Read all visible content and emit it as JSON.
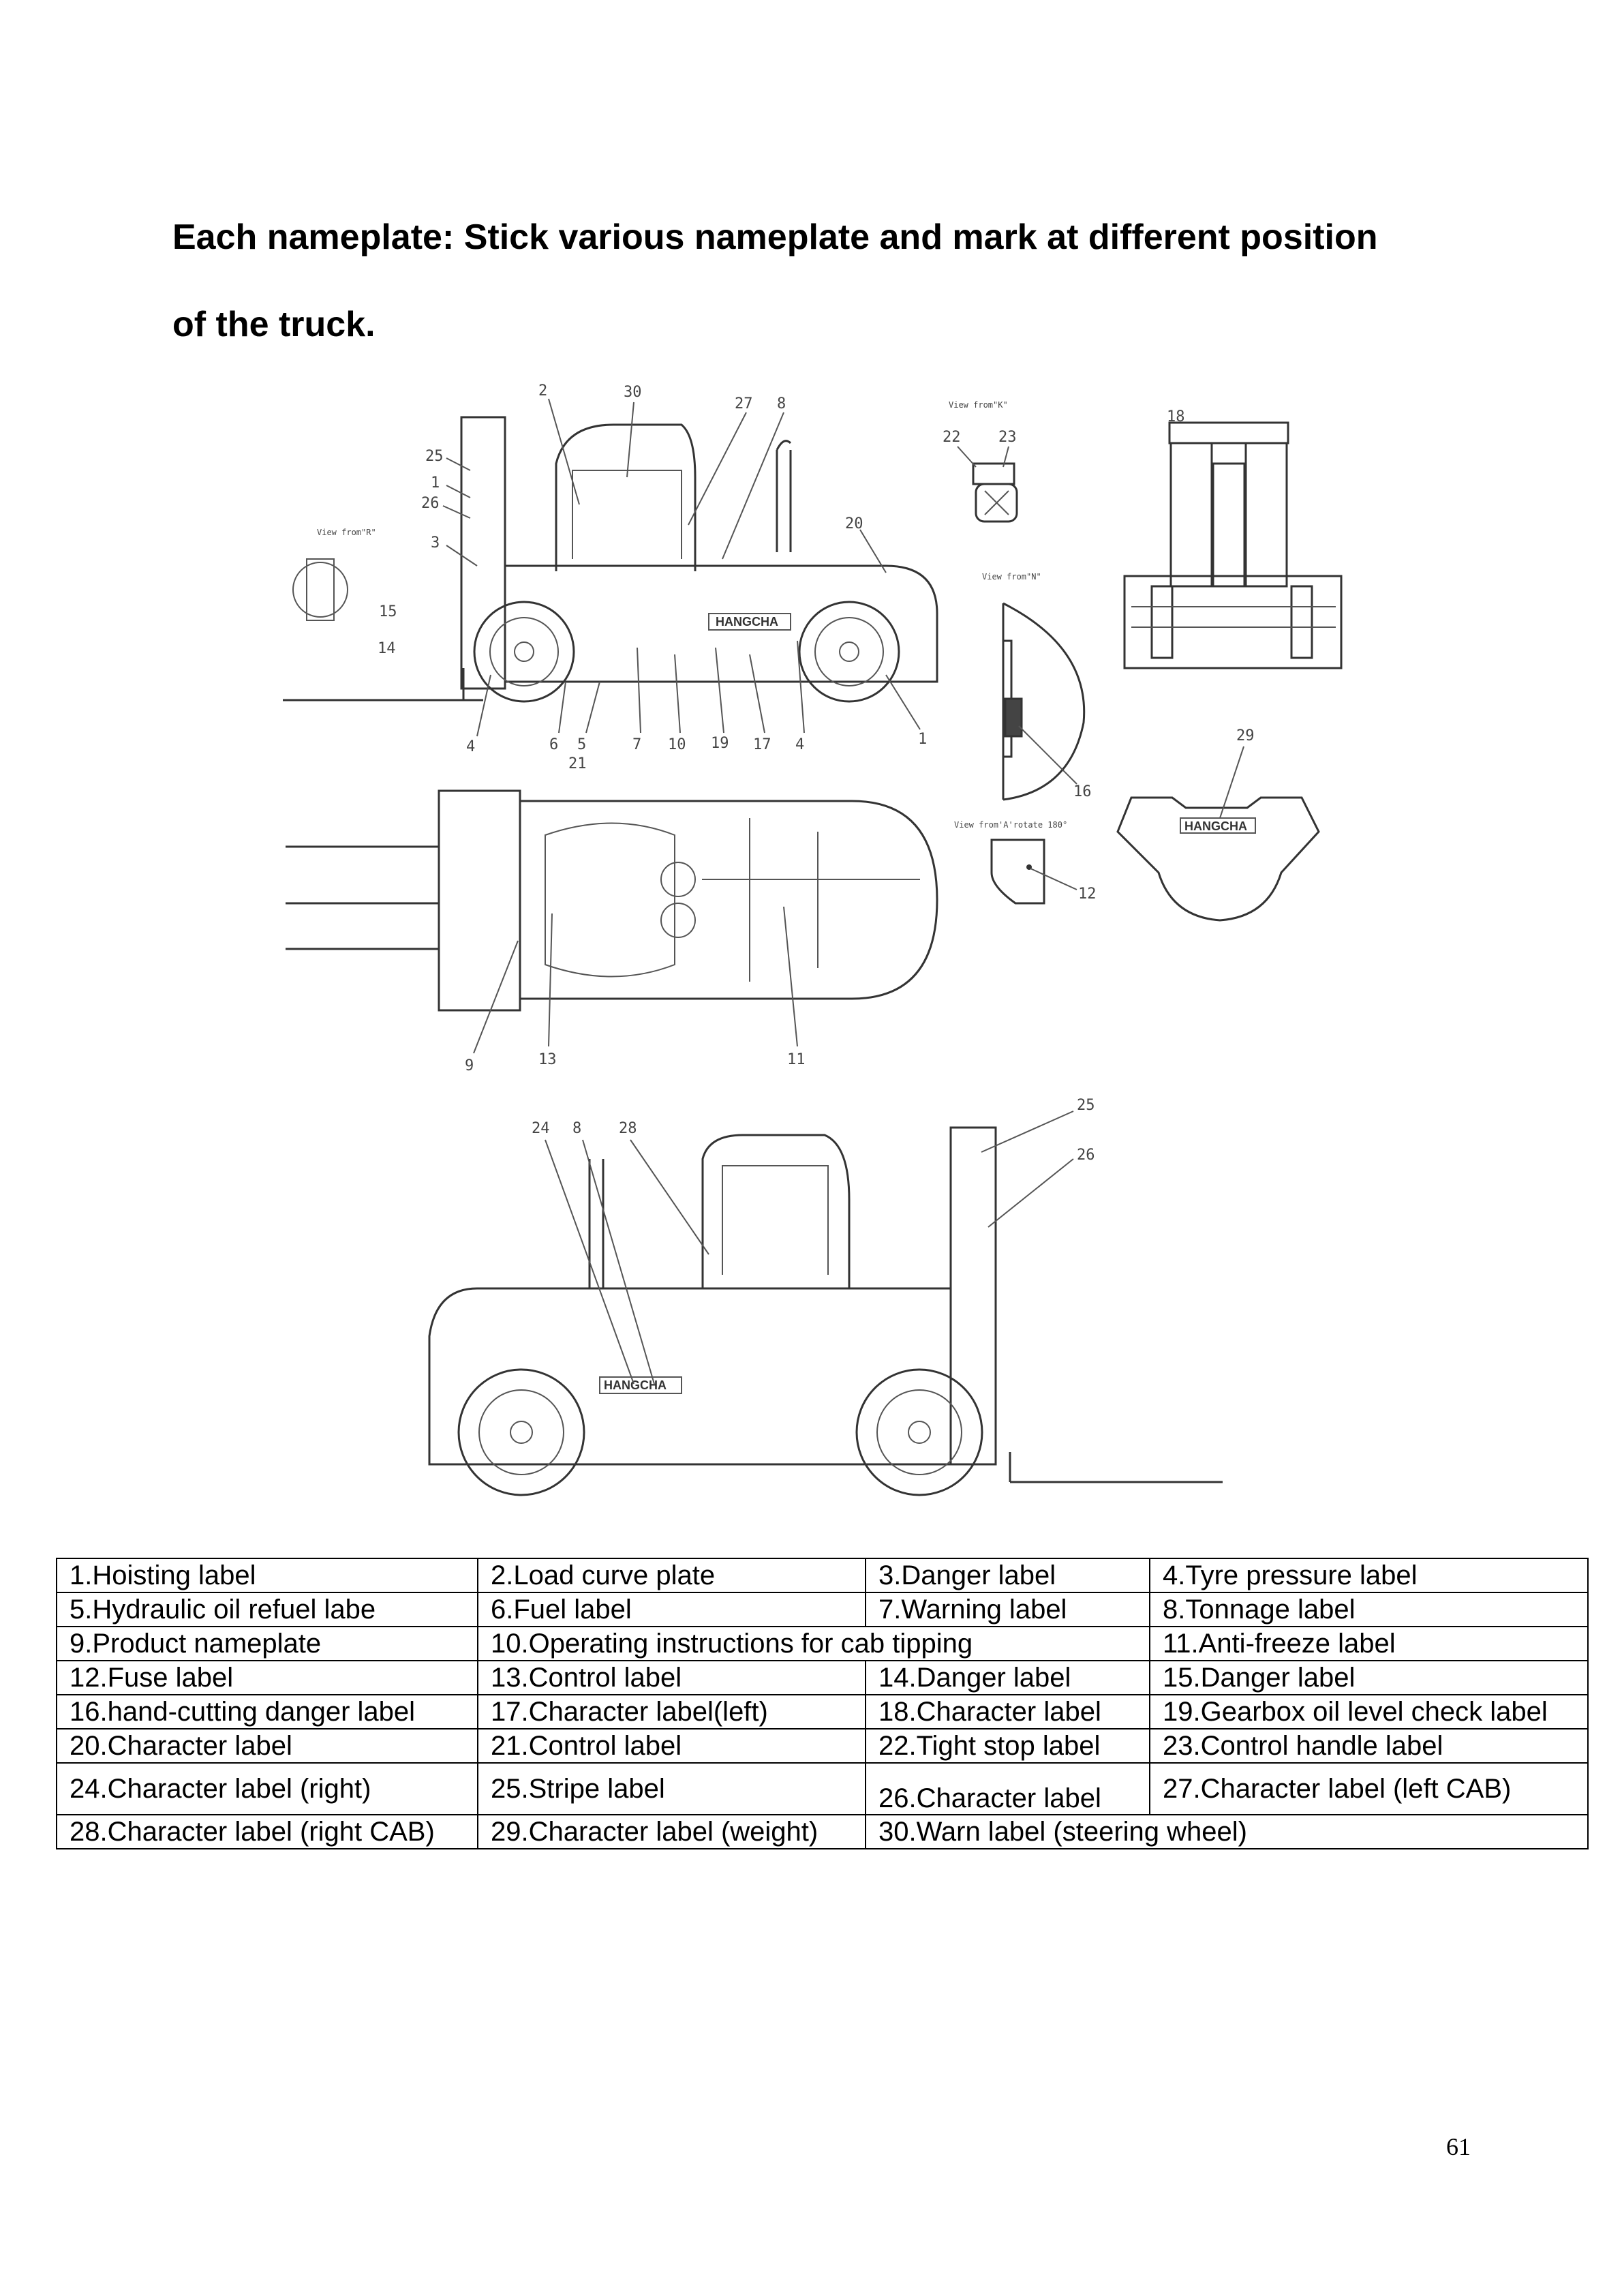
{
  "heading": {
    "line1": "Each nameplate: Stick various nameplate and mark at different position",
    "line2": "of the truck."
  },
  "figure": {
    "side_view_callouts": [
      "2",
      "30",
      "27",
      "8",
      "25",
      "1",
      "26",
      "3",
      "15",
      "14",
      "20",
      "4",
      "6",
      "5",
      "7",
      "10",
      "19",
      "17",
      "4",
      "1",
      "21"
    ],
    "view_r_label": "View from\"R\"",
    "top_view_callouts": [
      "9",
      "13",
      "11"
    ],
    "view_k_label": "View from\"K\"",
    "view_k_callouts": [
      "22",
      "23"
    ],
    "rear_view_callouts": [
      "18"
    ],
    "view_n_label": "View from\"N\"",
    "view_n_callouts": [
      "16"
    ],
    "counterweight_callouts": [
      "29"
    ],
    "view_a_label": "View from'A'rotate 180°",
    "view_a_callouts": [
      "12"
    ],
    "other_side_callouts": [
      "24",
      "8",
      "28",
      "25",
      "26"
    ],
    "brand_logo": "HANGCHA"
  },
  "table": {
    "rows": [
      [
        "1.Hoisting label",
        "2.Load curve plate",
        "3.Danger label",
        "4.Tyre pressure label"
      ],
      [
        "5.Hydraulic oil refuel labe",
        "6.Fuel label",
        "7.Warning label",
        "8.Tonnage label"
      ],
      [
        "9.Product nameplate",
        "10.Operating instructions for cab tipping",
        "11.Anti-freeze label"
      ],
      [
        "12.Fuse label",
        "13.Control label",
        "14.Danger label",
        "15.Danger label"
      ],
      [
        "16.hand-cutting danger label",
        "17.Character label(left)",
        "18.Character label",
        "19.Gearbox oil level check label"
      ],
      [
        "20.Character label",
        "21.Control label",
        "22.Tight stop label",
        "23.Control handle label"
      ],
      [
        "24.Character label (right)",
        "25.Stripe label",
        "26.Character label",
        "27.Character label (left CAB)"
      ],
      [
        "28.Character label (right CAB)",
        "29.Character label (weight)",
        "30.Warn label (steering wheel)"
      ]
    ]
  },
  "page_number": "61"
}
